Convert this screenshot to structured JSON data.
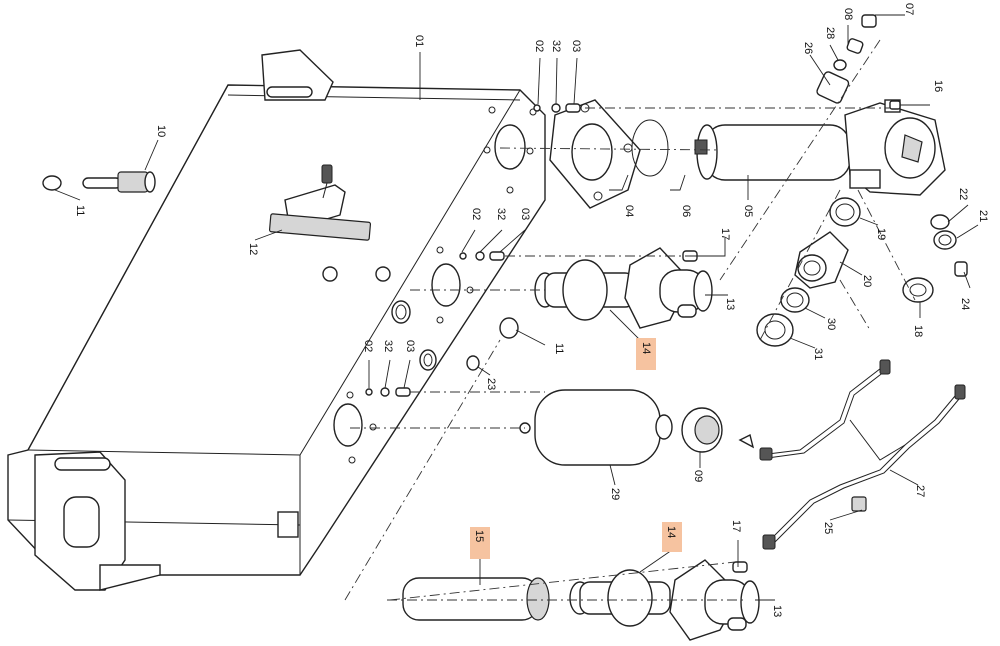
{
  "diagram": {
    "callouts": {
      "c01": "01",
      "c02a": "02",
      "c32a": "32",
      "c03a": "03",
      "c04": "04",
      "c05": "05",
      "c06": "06",
      "c07": "07",
      "c08": "08",
      "c28": "28",
      "c26": "26",
      "c16": "16",
      "c10": "10",
      "c11a": "11",
      "c12": "12",
      "c02b": "02",
      "c32b": "32",
      "c03b": "03",
      "c17a": "17",
      "c13a": "13",
      "c14a": "14",
      "c11b": "11",
      "c02c": "02",
      "c32c": "32",
      "c03c": "03",
      "c23": "23",
      "c19": "19",
      "c20": "20",
      "c30": "30",
      "c31": "31",
      "c22": "22",
      "c21": "21",
      "c24": "24",
      "c18": "18",
      "c29": "29",
      "c09": "09",
      "c27": "27",
      "c25": "25",
      "c15": "15",
      "c14b": "14",
      "c17b": "17",
      "c13b": "13"
    },
    "highlight_color": "#f6c3a0"
  }
}
